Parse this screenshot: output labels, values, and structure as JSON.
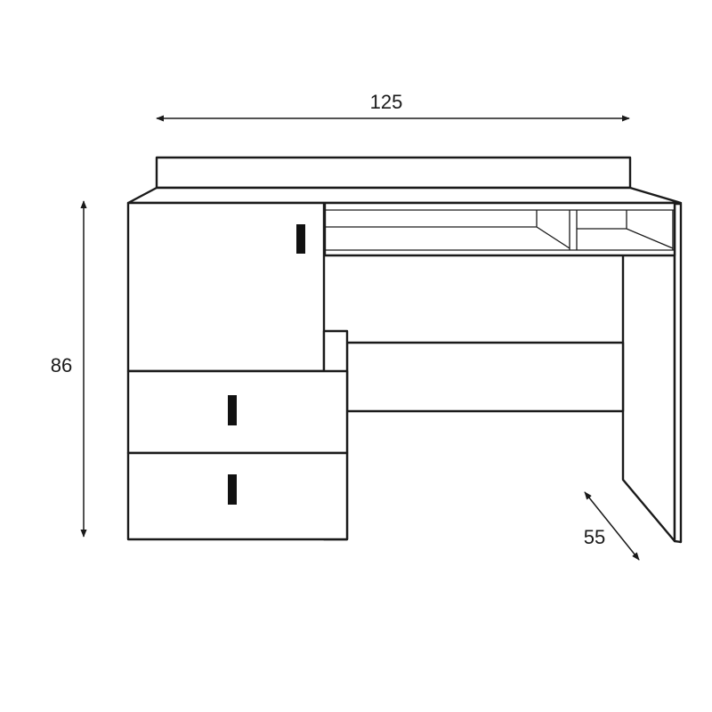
{
  "dimensions": {
    "width": "125",
    "height": "86",
    "depth": "55"
  },
  "colors": {
    "line": "#1a1a1a",
    "background": "#ffffff",
    "handle": "#111111"
  }
}
